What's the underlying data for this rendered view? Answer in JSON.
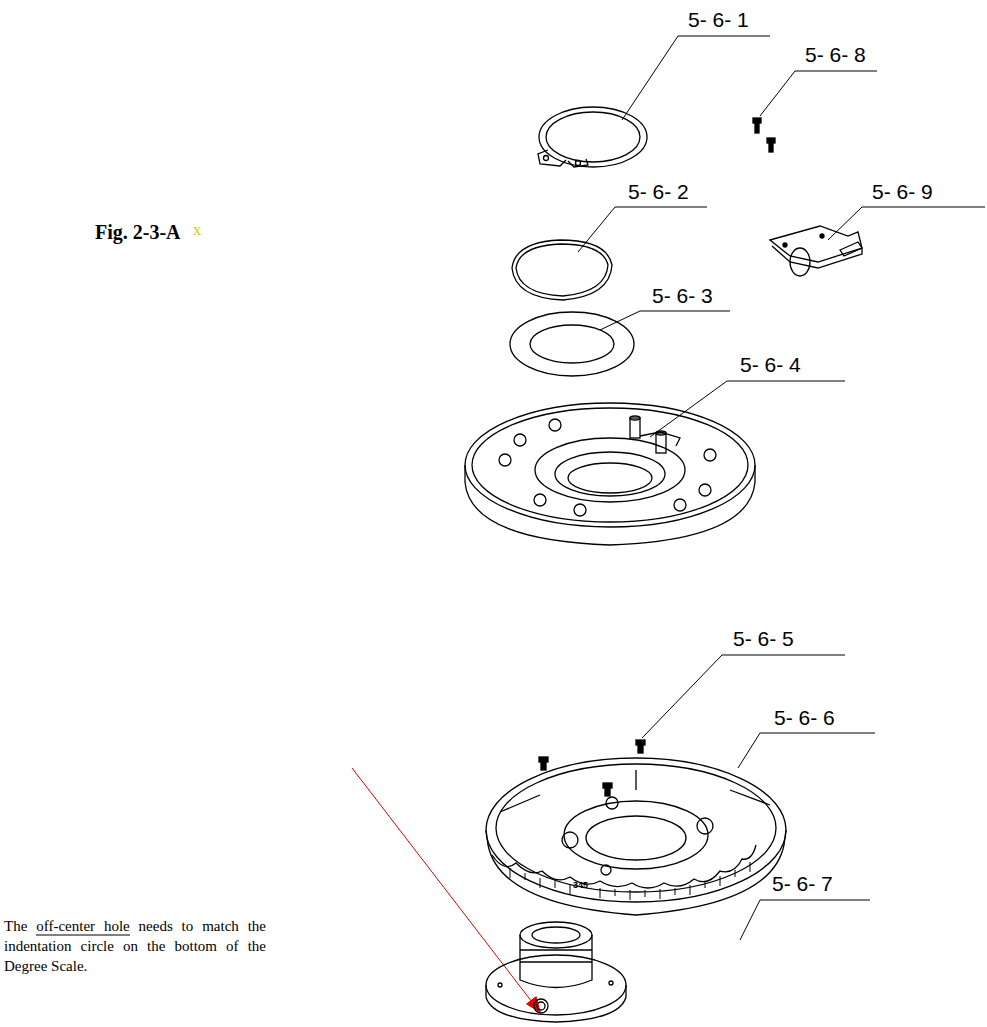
{
  "diagram": {
    "title": "Fig. 2-3-A",
    "labels": [
      "5- 6- 1",
      "5- 6- 8",
      "5- 6- 2",
      "5- 6- 9",
      "5- 6- 3",
      "5- 6- 4",
      "5- 6- 5",
      "5- 6- 6",
      "5- 6- 7",
      "345",
      "x",
      "The off-center hole needs to match the indentation circle on the bottom of the Degree Scale."
    ]
  }
}
